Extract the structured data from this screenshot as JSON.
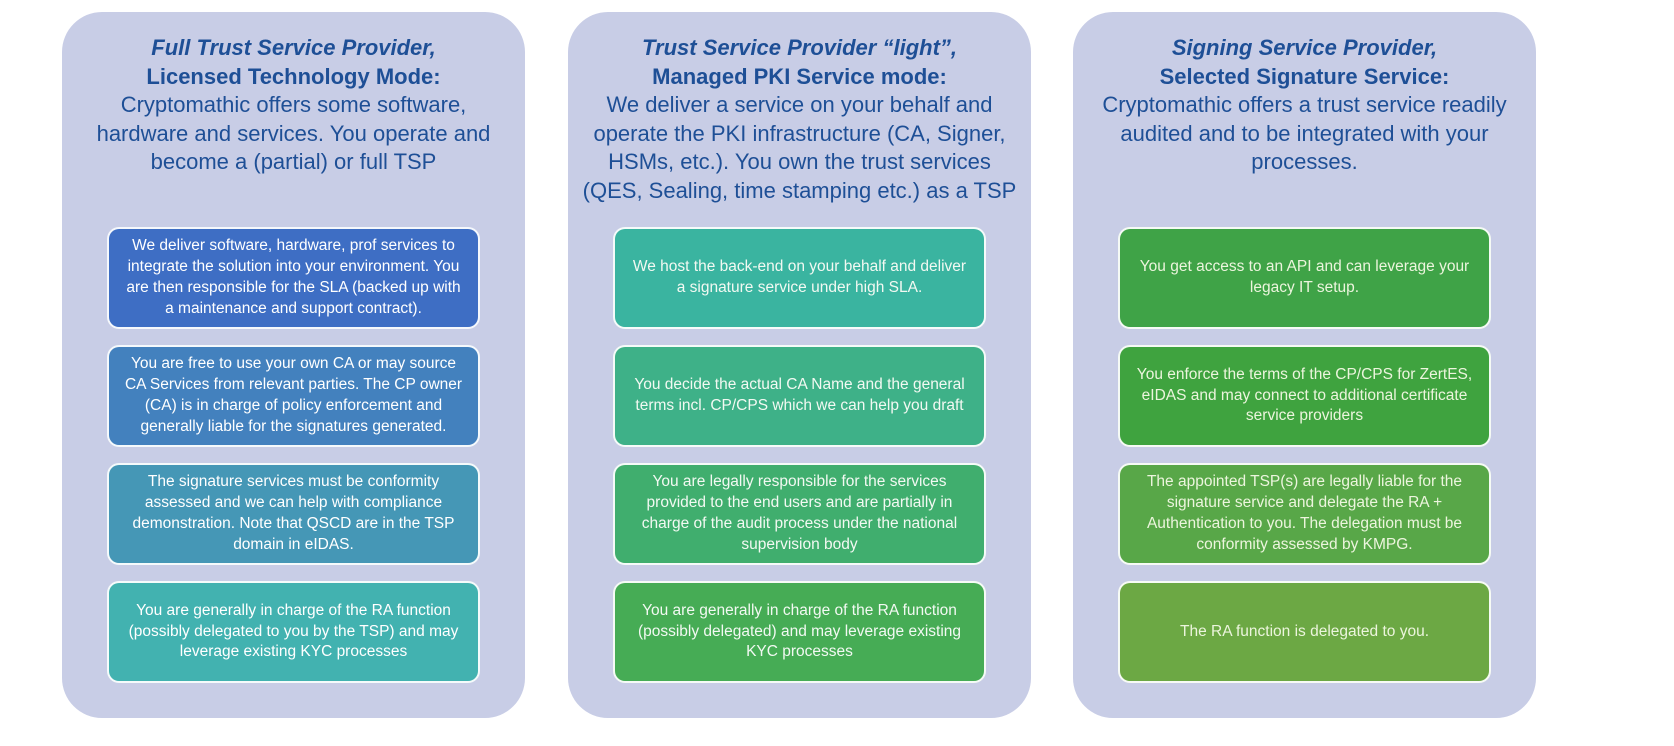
{
  "page": {
    "background": "#ffffff",
    "card_background": "#c8cde6",
    "header_text_color": "#1e4f96"
  },
  "columns": [
    {
      "id": "full-trust-service-provider",
      "title_italic": "Full Trust Service Provider,",
      "title_bold": "Licensed Technology Mode:",
      "description": "Cryptomathic offers some software, hardware and services. You operate and become a (partial) or full TSP",
      "box_text_color": "#ffffff",
      "boxes": [
        {
          "text": "We deliver software, hardware, prof services to integrate the solution into your environment. You are then responsible for the SLA (backed up with a maintenance and support contract).",
          "color": "#3e6ec4"
        },
        {
          "text": "You are free to use your own CA or may source CA Services from relevant parties. The CP owner (CA) is in charge of policy enforcement and generally liable for the signatures generated.",
          "color": "#4381be"
        },
        {
          "text": "The signature services must be conformity assessed and we can help with compliance demonstration. Note that QSCD are in the TSP domain in eIDAS.",
          "color": "#4597b6"
        },
        {
          "text": "You are generally in charge of the RA function (possibly delegated to you by the TSP) and may leverage existing KYC processes",
          "color": "#42b2b0"
        }
      ]
    },
    {
      "id": "trust-service-provider-light",
      "title_italic": "Trust Service Provider “light”,",
      "title_bold": "Managed PKI Service mode:",
      "description": "We deliver a service on your behalf and operate the PKI infrastructure (CA, Signer, HSMs, etc.). You own the trust services (QES, Sealing, time stamping etc.) as a TSP",
      "box_text_color": "#f2f9f2",
      "boxes": [
        {
          "text": "We host the back-end on your behalf and deliver a signature service under high SLA.",
          "color": "#3ab4a0"
        },
        {
          "text": "You decide the actual CA Name and the general terms incl. CP/CPS which we can help you draft",
          "color": "#3eb188"
        },
        {
          "text": "You are legally responsible for the services provided to the end users and are partially in charge of the audit process under the national supervision body",
          "color": "#40ae6e"
        },
        {
          "text": "You are generally in charge of the RA function (possibly delegated) and may leverage existing KYC processes",
          "color": "#46ac55"
        }
      ]
    },
    {
      "id": "signing-service-provider",
      "title_italic": "Signing Service Provider,",
      "title_bold": "Selected Signature Service:",
      "description": "Cryptomathic offers a trust service readily audited and to be integrated with your processes.",
      "box_text_color": "#ecf5dd",
      "boxes": [
        {
          "text": "You get access to an API and can leverage your legacy IT setup.",
          "color": "#3fa347"
        },
        {
          "text": "You enforce the terms of the CP/CPS for ZertES, eIDAS and may connect to additional certificate service providers",
          "color": "#3fa33f"
        },
        {
          "text": "The appointed TSP(s) are  legally liable for the signature service and delegate the RA + Authentication to you. The delegation must be conformity assessed by KMPG.",
          "color": "#58a748"
        },
        {
          "text": "The RA function is delegated to you.",
          "color": "#6ca844"
        }
      ]
    }
  ]
}
